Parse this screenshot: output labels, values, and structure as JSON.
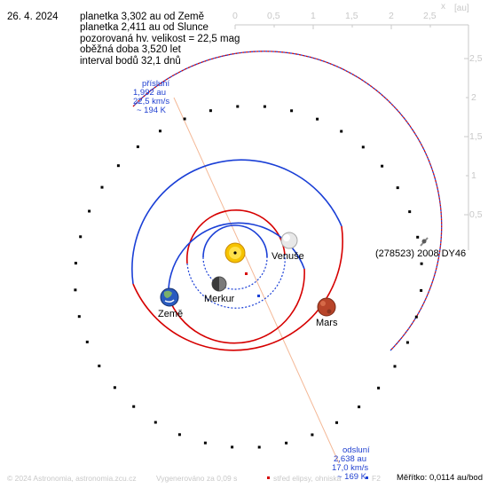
{
  "date": "26. 4. 2024",
  "info": {
    "dist_earth": "planetka 3,302 au od Země",
    "dist_sun": "planetka 2,411 au od Slunce",
    "magnitude": "pozorovaná hv. velikost = 22,5 mag",
    "period": "oběžná doba 3,520 let",
    "interval": "interval bodů 32,1 dnů"
  },
  "axes": {
    "x_label": "x",
    "unit": "[au]",
    "x_ticks": [
      "0",
      "0,5",
      "1",
      "1,5",
      "2",
      "2,5"
    ],
    "y_ticks": [
      "2,5",
      "2",
      "1,5",
      "1",
      "0,5"
    ]
  },
  "perihelion": {
    "title": "přísluní",
    "distance": "1,992 au",
    "speed": "22,5 km/s",
    "temp": "~ 194 K"
  },
  "aphelion": {
    "title": "odsluní",
    "distance": "2,638 au",
    "speed": "17,0 km/s",
    "temp": "~ 169 K"
  },
  "bodies": {
    "mercury": "Merkur",
    "venus": "Venuše",
    "earth": "Země",
    "mars": "Mars",
    "asteroid": "(278523) 2008 DY46"
  },
  "colors": {
    "orbit_above": "#1a3fd6",
    "orbit_below": "#d60000",
    "apsides_line": "#f4b896",
    "axis_grey": "#c8c8c8"
  },
  "footer": {
    "copyright": "© 2024 Astronomia, astronomia.zcu.cz",
    "generated": "Vygenerováno za 0,09 s",
    "legend_center": "střed elipsy, ohniska",
    "legend_f2": "F2",
    "scale": "Měřítko: 0,0114 au/bod"
  }
}
